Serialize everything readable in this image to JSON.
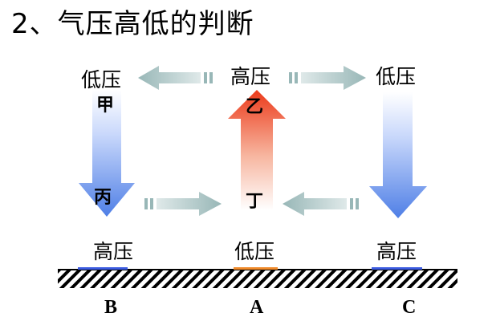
{
  "title": "2、气压高低的判断",
  "pressure": {
    "top_left": "低压",
    "top_center": "高压",
    "top_right": "低压",
    "bottom_left": "高压",
    "bottom_center": "低压",
    "bottom_right": "高压"
  },
  "markers": {
    "jia": "甲",
    "yi": "乙",
    "bing": "丙",
    "ding": "丁"
  },
  "points": {
    "left": "B",
    "center": "A",
    "right": "C"
  },
  "colors": {
    "blue_arrow": "#5b86e8",
    "red_arrow": "#ee4422",
    "gray_arrow": "#a9c2c2",
    "ground_blue": "#3b5be0",
    "ground_orange": "#f08a2a"
  }
}
